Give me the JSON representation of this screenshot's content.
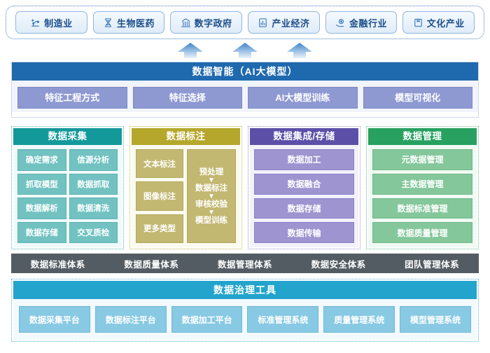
{
  "industries": [
    {
      "label": "制造业",
      "icon": "robot-arm-icon"
    },
    {
      "label": "生物医药",
      "icon": "dna-helix-icon"
    },
    {
      "label": "数字政府",
      "icon": "government-building-icon"
    },
    {
      "label": "产业经济",
      "icon": "chart-document-icon"
    },
    {
      "label": "金融行业",
      "icon": "coin-hand-icon"
    },
    {
      "label": "文化产业",
      "icon": "book-icon"
    }
  ],
  "ai_layer": {
    "title": "数据智能（AI大模型）",
    "items": [
      "特征工程方式",
      "特征选择",
      "AI大模型训练",
      "模型可视化"
    ]
  },
  "columns": [
    {
      "key": "collect",
      "title": "数据采集",
      "cells": [
        "确定需求",
        "信源分析",
        "抓取模型",
        "数据抓取",
        "数据解析",
        "数据清洗",
        "数据存储",
        "交叉质检"
      ]
    },
    {
      "key": "annotation",
      "title": "数据标注",
      "types": [
        "文本标注",
        "图像标注",
        "更多类型"
      ],
      "flow": [
        "预处理",
        "数据标注",
        "审核校验",
        "模型训练"
      ],
      "flow_arrow": "▼"
    },
    {
      "key": "integration",
      "title": "数据集成/存储",
      "cells": [
        "数据加工",
        "数据融合",
        "数据存储",
        "数据传输"
      ]
    },
    {
      "key": "management",
      "title": "数据管理",
      "cells": [
        "元数据管理",
        "主数据管理",
        "数据标准管理",
        "数据质量管理"
      ]
    }
  ],
  "systems_bar": [
    "数据标准体系",
    "数据质量体系",
    "数据管理体系",
    "数据安全体系",
    "团队管理体系"
  ],
  "tools": {
    "title": "数据治理工具",
    "items": [
      "数据采集平台",
      "数据标注平台",
      "数据加工平台",
      "标准管理系统",
      "质量管理系统",
      "模型管理系统"
    ]
  },
  "colors": {
    "ai_header": "#1f69ae",
    "ai_item": "#8e99d2",
    "collect": "#14999b",
    "annotation": "#b5a72c",
    "integration": "#5b4fa8",
    "management": "#27a060",
    "systems_bar": "#545c63",
    "tools_header": "#23a4cd",
    "industry_text": "#1c4e8a"
  },
  "arrows": {
    "count": 3,
    "direction": "up"
  }
}
